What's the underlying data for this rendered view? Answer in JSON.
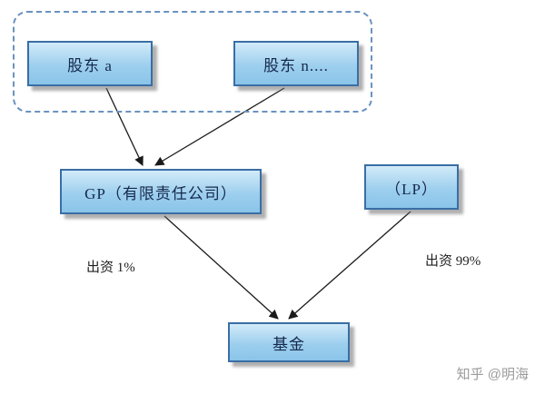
{
  "diagram": {
    "nodes": {
      "shareholder_a": "股东 a",
      "shareholder_n": "股东 n....",
      "gp": "GP（有限责任公司）",
      "lp": "（LP）",
      "fund": "基金"
    },
    "edges": [
      {
        "from": "shareholder_a",
        "to": "gp",
        "label": ""
      },
      {
        "from": "shareholder_n",
        "to": "gp",
        "label": ""
      },
      {
        "from": "gp",
        "to": "fund",
        "label": "出资 1%"
      },
      {
        "from": "lp",
        "to": "fund",
        "label": "出资 99%"
      }
    ],
    "edge_labels": {
      "gp_contribution": "出资 1%",
      "lp_contribution": "出资 99%"
    },
    "watermark": "知乎 @明海"
  },
  "colors": {
    "box_fill_top": "#d2ebf9",
    "box_fill": "#9dcfee",
    "box_border": "#3a6ea5",
    "box_text": "#16294d",
    "dashed_border": "#6a93c0",
    "arrow": "#1a1a1a",
    "label_text": "#222222",
    "watermark_text": "#9b9b9b"
  }
}
